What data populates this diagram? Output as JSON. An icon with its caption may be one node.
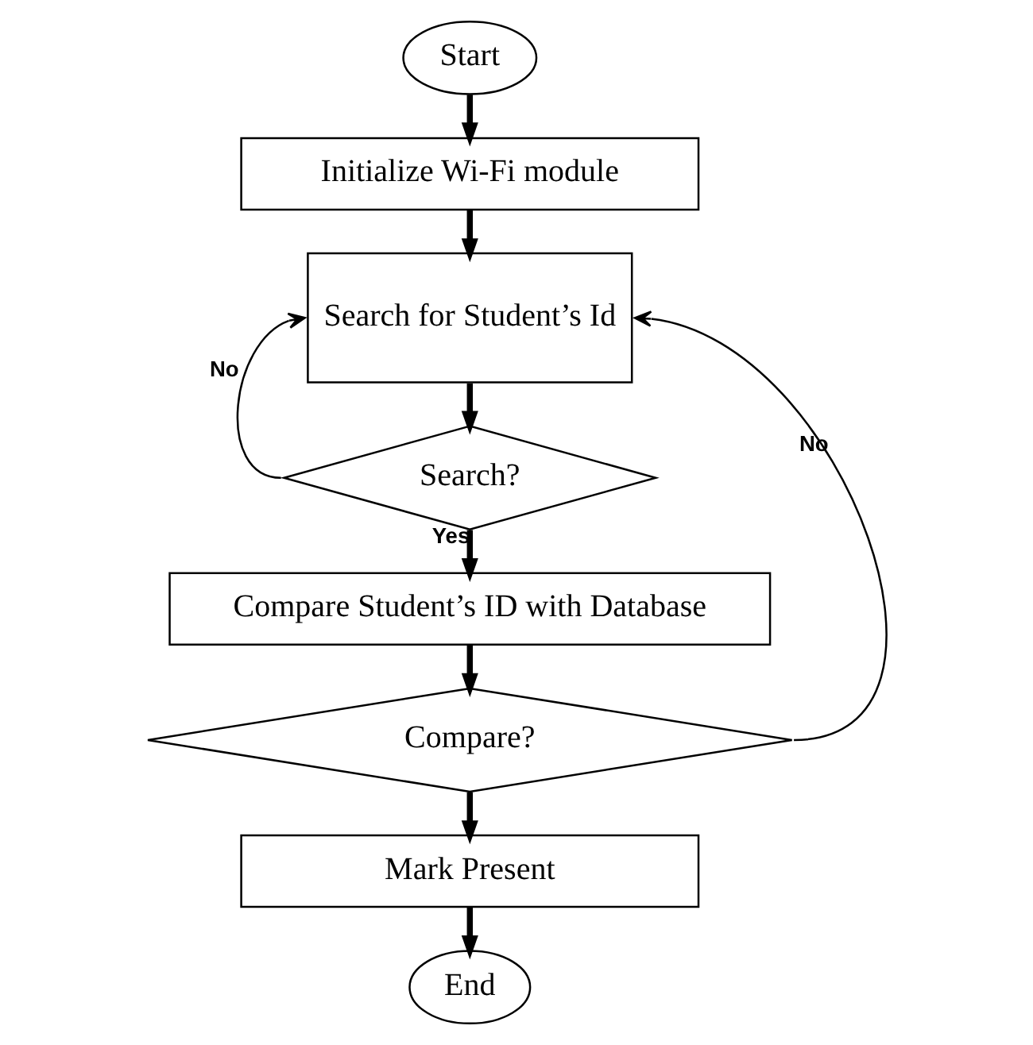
{
  "diagram": {
    "nodes": [
      {
        "text": [
          "Start"
        ]
      },
      {
        "text": [
          "Initialize Wi-Fi module"
        ]
      },
      {
        "text": [
          "Search for Student’s Id"
        ]
      },
      {
        "text": [
          "Search?"
        ]
      },
      {
        "text": [
          "Compare Student’s ID with Database"
        ]
      },
      {
        "text": [
          "Compare?"
        ]
      },
      {
        "text": [
          "Mark Present"
        ]
      },
      {
        "text": [
          "End"
        ]
      }
    ],
    "edges": [
      {
        "from": 0,
        "to": 1,
        "arrow": "to"
      },
      {
        "from": 1,
        "to": 2,
        "arrow": "to"
      },
      {
        "from": 2,
        "to": 3,
        "arrow": "to"
      },
      {
        "from": 3,
        "to": 2,
        "arrow": "to",
        "label": "No"
      },
      {
        "from": 3,
        "to": 4,
        "arrow": "to",
        "label": "Yes"
      },
      {
        "from": 4,
        "to": 5,
        "arrow": "to"
      },
      {
        "from": 5,
        "to": 2,
        "arrow": "to",
        "label": "No"
      },
      {
        "from": 5,
        "to": 6,
        "arrow": "to"
      },
      {
        "from": 6,
        "to": 7,
        "arrow": "to"
      }
    ]
  }
}
